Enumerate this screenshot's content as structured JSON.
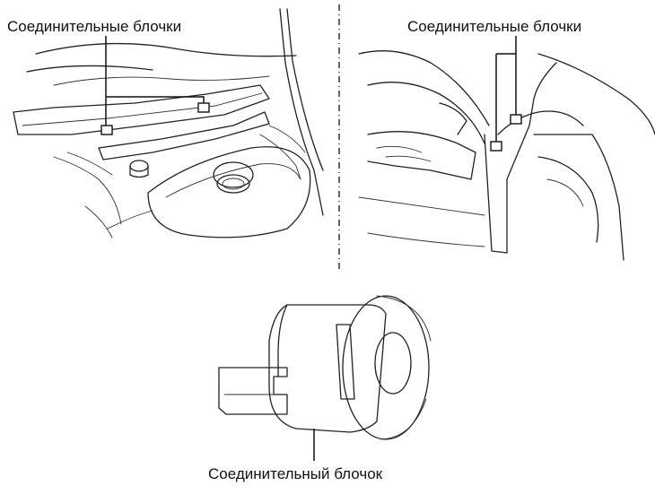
{
  "labels": {
    "top_left": "Соединительные блочки",
    "top_right": "Соединительные блочки",
    "bottom": "Соединительный блочок"
  }
}
